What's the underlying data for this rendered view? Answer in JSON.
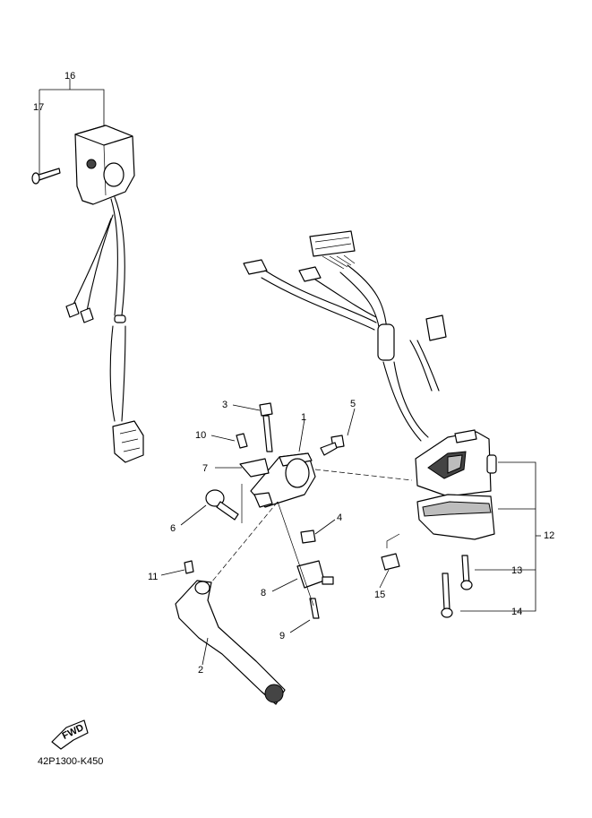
{
  "diagram": {
    "callouts": [
      "1",
      "2",
      "3",
      "4",
      "5",
      "6",
      "7",
      "8",
      "9",
      "10",
      "11",
      "12",
      "13",
      "14",
      "15",
      "16",
      "17"
    ],
    "badge": {
      "text": "FWD"
    },
    "code": "42P1300-K450"
  }
}
